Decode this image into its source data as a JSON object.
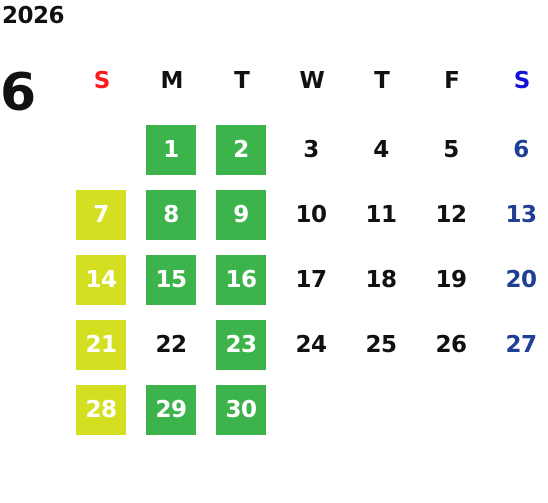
{
  "header": {
    "year": "2026",
    "month": "6"
  },
  "weekdays": [
    "S",
    "M",
    "T",
    "W",
    "T",
    "F",
    "S"
  ],
  "colors": {
    "sunday_header": "#ff1a1a",
    "saturday_header": "#1212d8",
    "saturday_date": "#1f3f95",
    "highlight_green": "#3db34b",
    "highlight_yellow": "#d5df22"
  },
  "weeks": [
    [
      {
        "label": ""
      },
      {
        "label": "1",
        "style": "green"
      },
      {
        "label": "2",
        "style": "green"
      },
      {
        "label": "3"
      },
      {
        "label": "4"
      },
      {
        "label": "5"
      },
      {
        "label": "6",
        "style": "sat"
      }
    ],
    [
      {
        "label": "7",
        "style": "yellow"
      },
      {
        "label": "8",
        "style": "green"
      },
      {
        "label": "9",
        "style": "green"
      },
      {
        "label": "10"
      },
      {
        "label": "11"
      },
      {
        "label": "12"
      },
      {
        "label": "13",
        "style": "sat"
      }
    ],
    [
      {
        "label": "14",
        "style": "yellow"
      },
      {
        "label": "15",
        "style": "green"
      },
      {
        "label": "16",
        "style": "green"
      },
      {
        "label": "17"
      },
      {
        "label": "18"
      },
      {
        "label": "19"
      },
      {
        "label": "20",
        "style": "sat"
      }
    ],
    [
      {
        "label": "21",
        "style": "yellow"
      },
      {
        "label": "22"
      },
      {
        "label": "23",
        "style": "green"
      },
      {
        "label": "24"
      },
      {
        "label": "25"
      },
      {
        "label": "26"
      },
      {
        "label": "27",
        "style": "sat"
      }
    ],
    [
      {
        "label": "28",
        "style": "yellow"
      },
      {
        "label": "29",
        "style": "green"
      },
      {
        "label": "30",
        "style": "green"
      },
      {
        "label": ""
      },
      {
        "label": ""
      },
      {
        "label": ""
      },
      {
        "label": ""
      }
    ]
  ]
}
